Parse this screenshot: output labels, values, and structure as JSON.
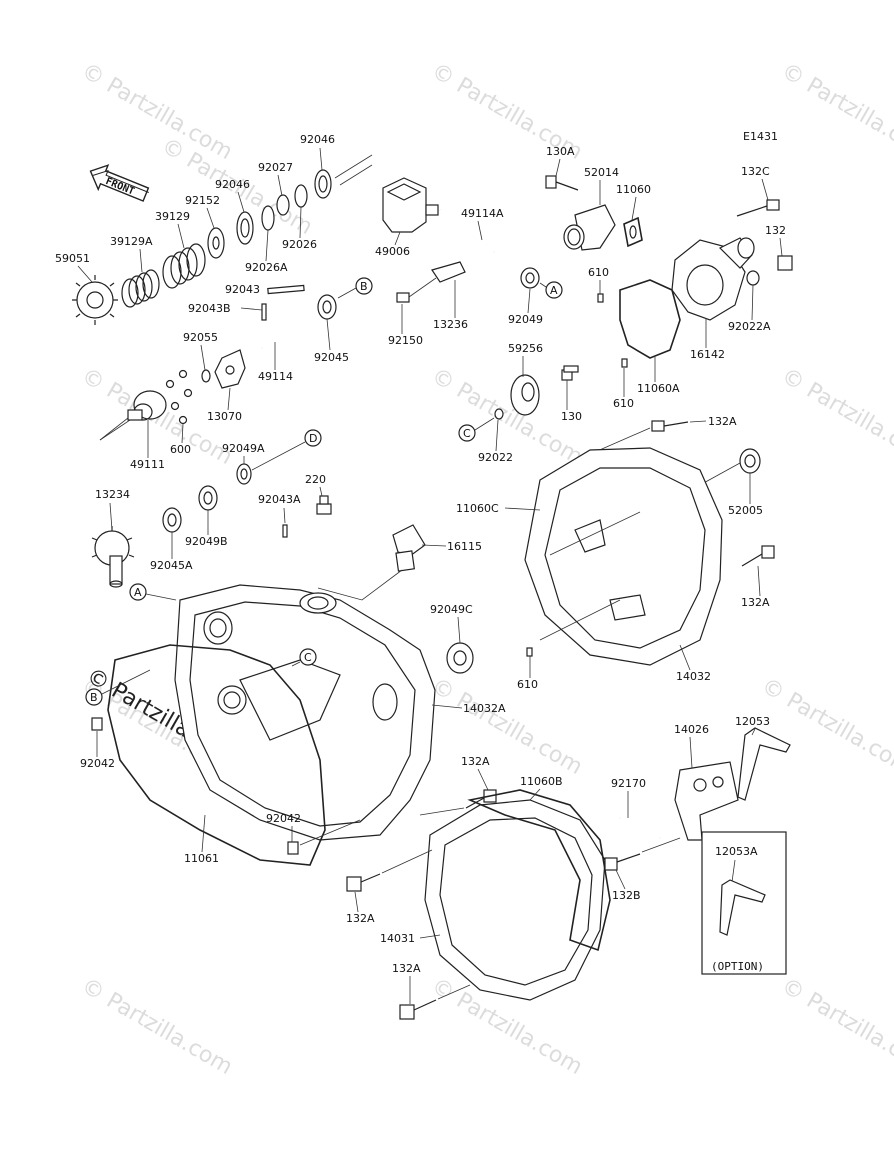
{
  "diagram_id": "E1431",
  "front_arrow_label": "FRONT",
  "watermarks": [
    "© Partzilla.com",
    "© Partzilla.com",
    "© Partzilla.com",
    "© Partzilla.com",
    "© Partzilla.com",
    "© Partzilla.com",
    "© Partzilla.com",
    "© Partzilla.com",
    "© Partzilla.com",
    "© Partzilla.com",
    "© Partzilla.com",
    "© Partzilla.com",
    "© Partzilla.com",
    "© Partzilla.com"
  ],
  "parts": {
    "p92046a": "92046",
    "p92027": "92027",
    "p92046b": "92046",
    "p92152": "92152",
    "p39129": "39129",
    "p39129A": "39129A",
    "p59051": "59051",
    "p92026": "92026",
    "p92026A": "92026A",
    "p92043": "92043",
    "p92043B": "92043B",
    "p92045": "92045",
    "p92055": "92055",
    "p49114": "49114",
    "p13070": "13070",
    "p49111": "49111",
    "p600": "600",
    "p92049A": "92049A",
    "p220": "220",
    "p92043A": "92043A",
    "p13234": "13234",
    "p92049B": "92049B",
    "p92045A": "92045A",
    "p16115": "16115",
    "p49006": "49006",
    "p49114A": "49114A",
    "p13236": "13236",
    "p92150": "92150",
    "p92049": "92049",
    "p59256": "59256",
    "p130": "130",
    "p92022": "92022",
    "p130A": "130A",
    "p52014": "52014",
    "p11060": "11060",
    "p132C": "132C",
    "p132": "132",
    "p610a": "610",
    "p92022A": "92022A",
    "p16142": "16142",
    "p11060A": "11060A",
    "p610b": "610",
    "p132A_top": "132A",
    "p11060C": "11060C",
    "p52005": "52005",
    "p132A_right": "132A",
    "p92049C": "92049C",
    "p610c": "610",
    "p14032": "14032",
    "p14032A": "14032A",
    "p92042a": "92042",
    "p132A_mid": "132A",
    "p11060B": "11060B",
    "p92042b": "92042",
    "p11061": "11061",
    "p132A_low": "132A",
    "p14031": "14031",
    "p132A_bottom": "132A",
    "p12053": "12053",
    "p14026": "14026",
    "p92170": "92170",
    "p132B": "132B",
    "p12053A": "12053A",
    "option": "(OPTION)"
  },
  "refs": {
    "B1": "B",
    "A1": "A",
    "C1": "C",
    "D1": "D",
    "A2": "A",
    "C2": "C",
    "B2": "B"
  }
}
